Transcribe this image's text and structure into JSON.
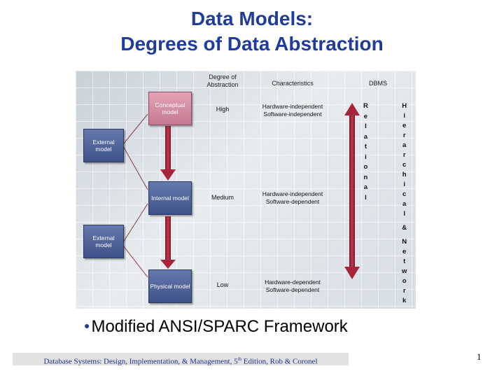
{
  "title": {
    "line1": "Data Models:",
    "line2": "Degrees of Data Abstraction"
  },
  "diagram": {
    "headers": {
      "degree": "Degree of Abstraction",
      "characteristics": "Characteristics",
      "dbms": "DBMS"
    },
    "models": {
      "conceptual": "Conceptual model",
      "external_top": "External model",
      "internal": "Internal model",
      "external_bottom": "External model",
      "physical": "Physical model"
    },
    "levels": {
      "high": "High",
      "medium": "Medium",
      "low": "Low"
    },
    "characteristics": {
      "high_1": "Hardware-independent",
      "high_2": "Software-independent",
      "medium_1": "Hardware-independent",
      "medium_2": "Software-dependent",
      "low_1": "Hardware-dependent",
      "low_2": "Software-dependent"
    },
    "relational_label": "Relational",
    "hierarchical_label": "Hierarchical & Network",
    "colors": {
      "arrow": "#a8243a",
      "blue_box": "#4a5d94",
      "pink_box": "#d48ea3"
    }
  },
  "bullet": "Modified ANSI/SPARC Framework",
  "footer": {
    "prefix": "Database Systems: Design, Implementation, & Management, 5",
    "sup": "th",
    "suffix": " Edition, Rob & Coronel"
  },
  "page_number": "1"
}
